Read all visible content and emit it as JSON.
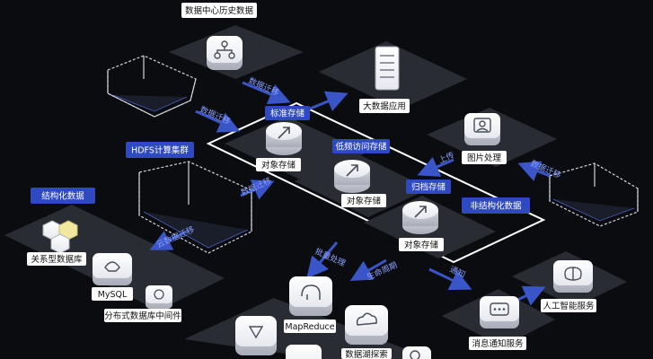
{
  "labels": {
    "history_data": "数据中心历史数据",
    "big_data_app": "大数据应用",
    "hdfs_cluster": "HDFS计算集群",
    "std_storage": "标准存储",
    "object_storage_1": "对象存储",
    "low_freq": "低频访问存储",
    "object_storage_2": "对象存储",
    "archive": "归档存储",
    "object_storage_3": "对象存储",
    "unstructured": "非结构化数据",
    "structured": "结构化数据",
    "image_processing": "图片处理",
    "relational_db": "关系型数据库",
    "mysql": "MySQL",
    "distributed_middleware": "分布式数据库中间件",
    "mapreduce": "MapReduce",
    "data_lake": "数据湖探索",
    "ai_service": "人工智能服务",
    "notification": "消息通知服务"
  },
  "flow_labels": {
    "migration": "数据迁移",
    "upload": "上传",
    "notify": "通知",
    "cloud_migration": "云数据迁移",
    "batch_process": "批量处理",
    "lifecycle": "生命周期"
  }
}
